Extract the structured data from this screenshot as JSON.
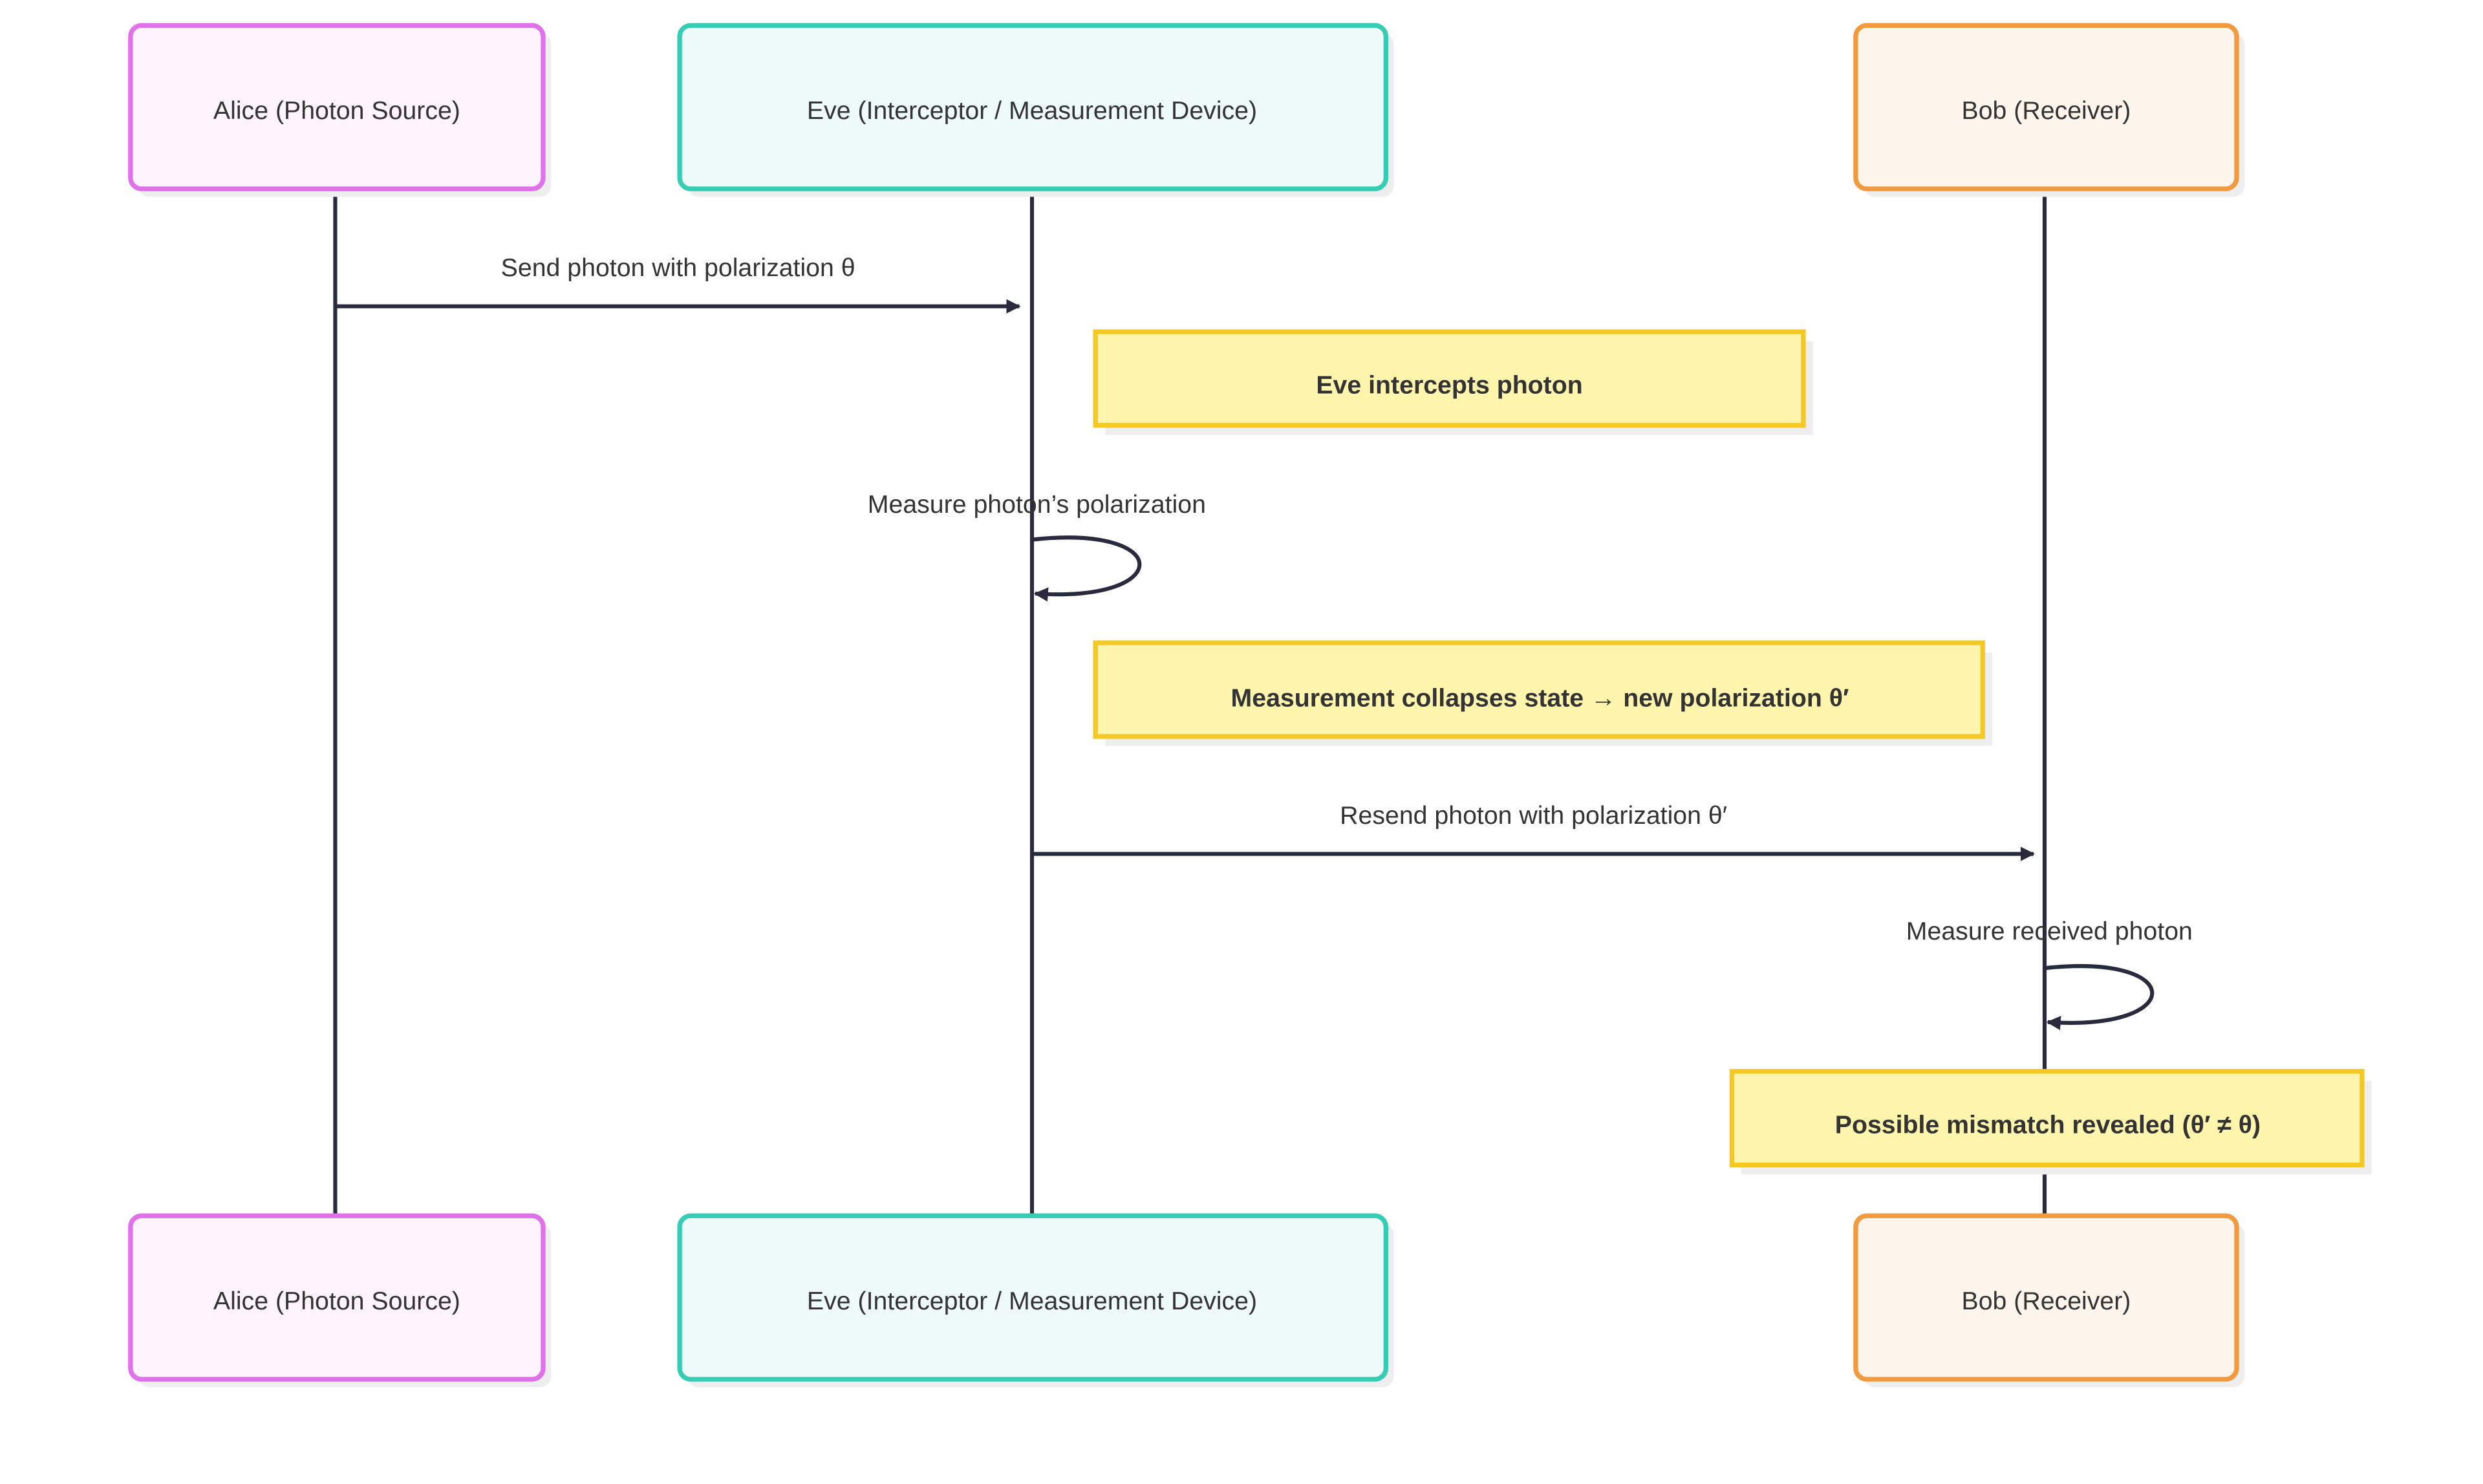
{
  "actors": [
    {
      "id": "alice",
      "label": "Alice (Photon Source)",
      "fill": "#fdf4fd",
      "stroke": "#e071ea"
    },
    {
      "id": "eve",
      "label": "Eve (Interceptor / Measurement Device)",
      "fill": "#eefbf8",
      "stroke": "#35cdb3"
    },
    {
      "id": "bob",
      "label": "Bob (Receiver)",
      "fill": "#fef6ec",
      "stroke": "#f39a3f"
    }
  ],
  "messages": [
    {
      "from": "alice",
      "to": "eve",
      "label": "Send photon with polarization θ"
    },
    {
      "from": "eve",
      "to": "eve",
      "label": "Measure photon’s polarization"
    },
    {
      "from": "eve",
      "to": "bob",
      "label": "Resend photon with polarization θ′"
    },
    {
      "from": "bob",
      "to": "bob",
      "label": "Measure received photon"
    }
  ],
  "notes": [
    {
      "over": "eve",
      "label": "Eve intercepts photon"
    },
    {
      "over": "eve",
      "label": "Measurement collapses state → new polarization θ′"
    },
    {
      "over": "bob",
      "label": "Possible mismatch revealed (θ′ ≠ θ)"
    }
  ],
  "colors": {
    "line": "#2a2a3e",
    "text": "#333333",
    "note_fill": "#fff5ad",
    "note_stroke": "#f5c823",
    "shadow": "#f0f0f0"
  }
}
